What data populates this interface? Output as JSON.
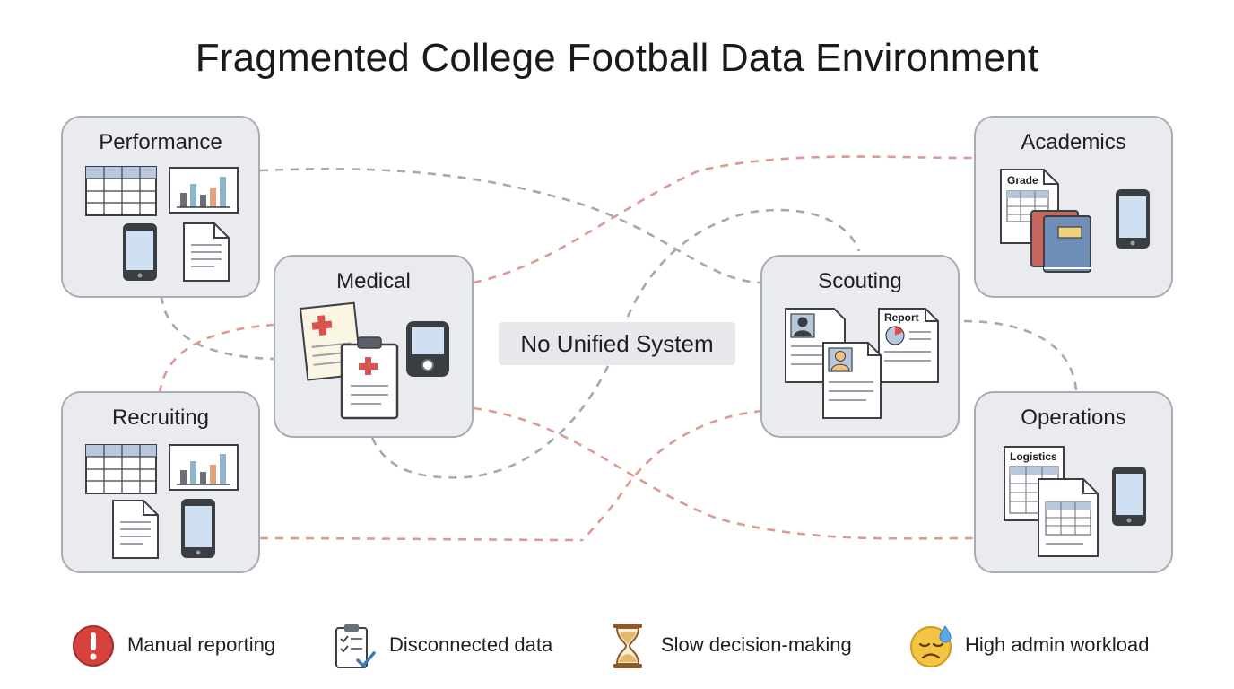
{
  "title": "Fragmented College Football Data Environment",
  "center_label": "No Unified System",
  "boxes": {
    "performance": "Performance",
    "medical": "Medical",
    "recruiting": "Recruiting",
    "academics": "Academics",
    "scouting": "Scouting",
    "operations": "Operations"
  },
  "doc_tags": {
    "grade": "Grade",
    "report": "Report",
    "logistics": "Logistics"
  },
  "legend": [
    {
      "icon": "warning-icon",
      "label": "Manual reporting"
    },
    {
      "icon": "clipboard-check-icon",
      "label": "Disconnected data"
    },
    {
      "icon": "hourglass-icon",
      "label": "Slow decision-making"
    },
    {
      "icon": "stressed-face-icon",
      "label": "High admin workload"
    }
  ],
  "colors": {
    "box_fill": "#e9ebef",
    "box_border": "#a7acb4",
    "gray_link": "#a3a9b2",
    "red_link": "#de9a92",
    "warning_red": "#d9423c",
    "hourglass_brown": "#8a5a2b",
    "face_yellow": "#f4c542"
  }
}
